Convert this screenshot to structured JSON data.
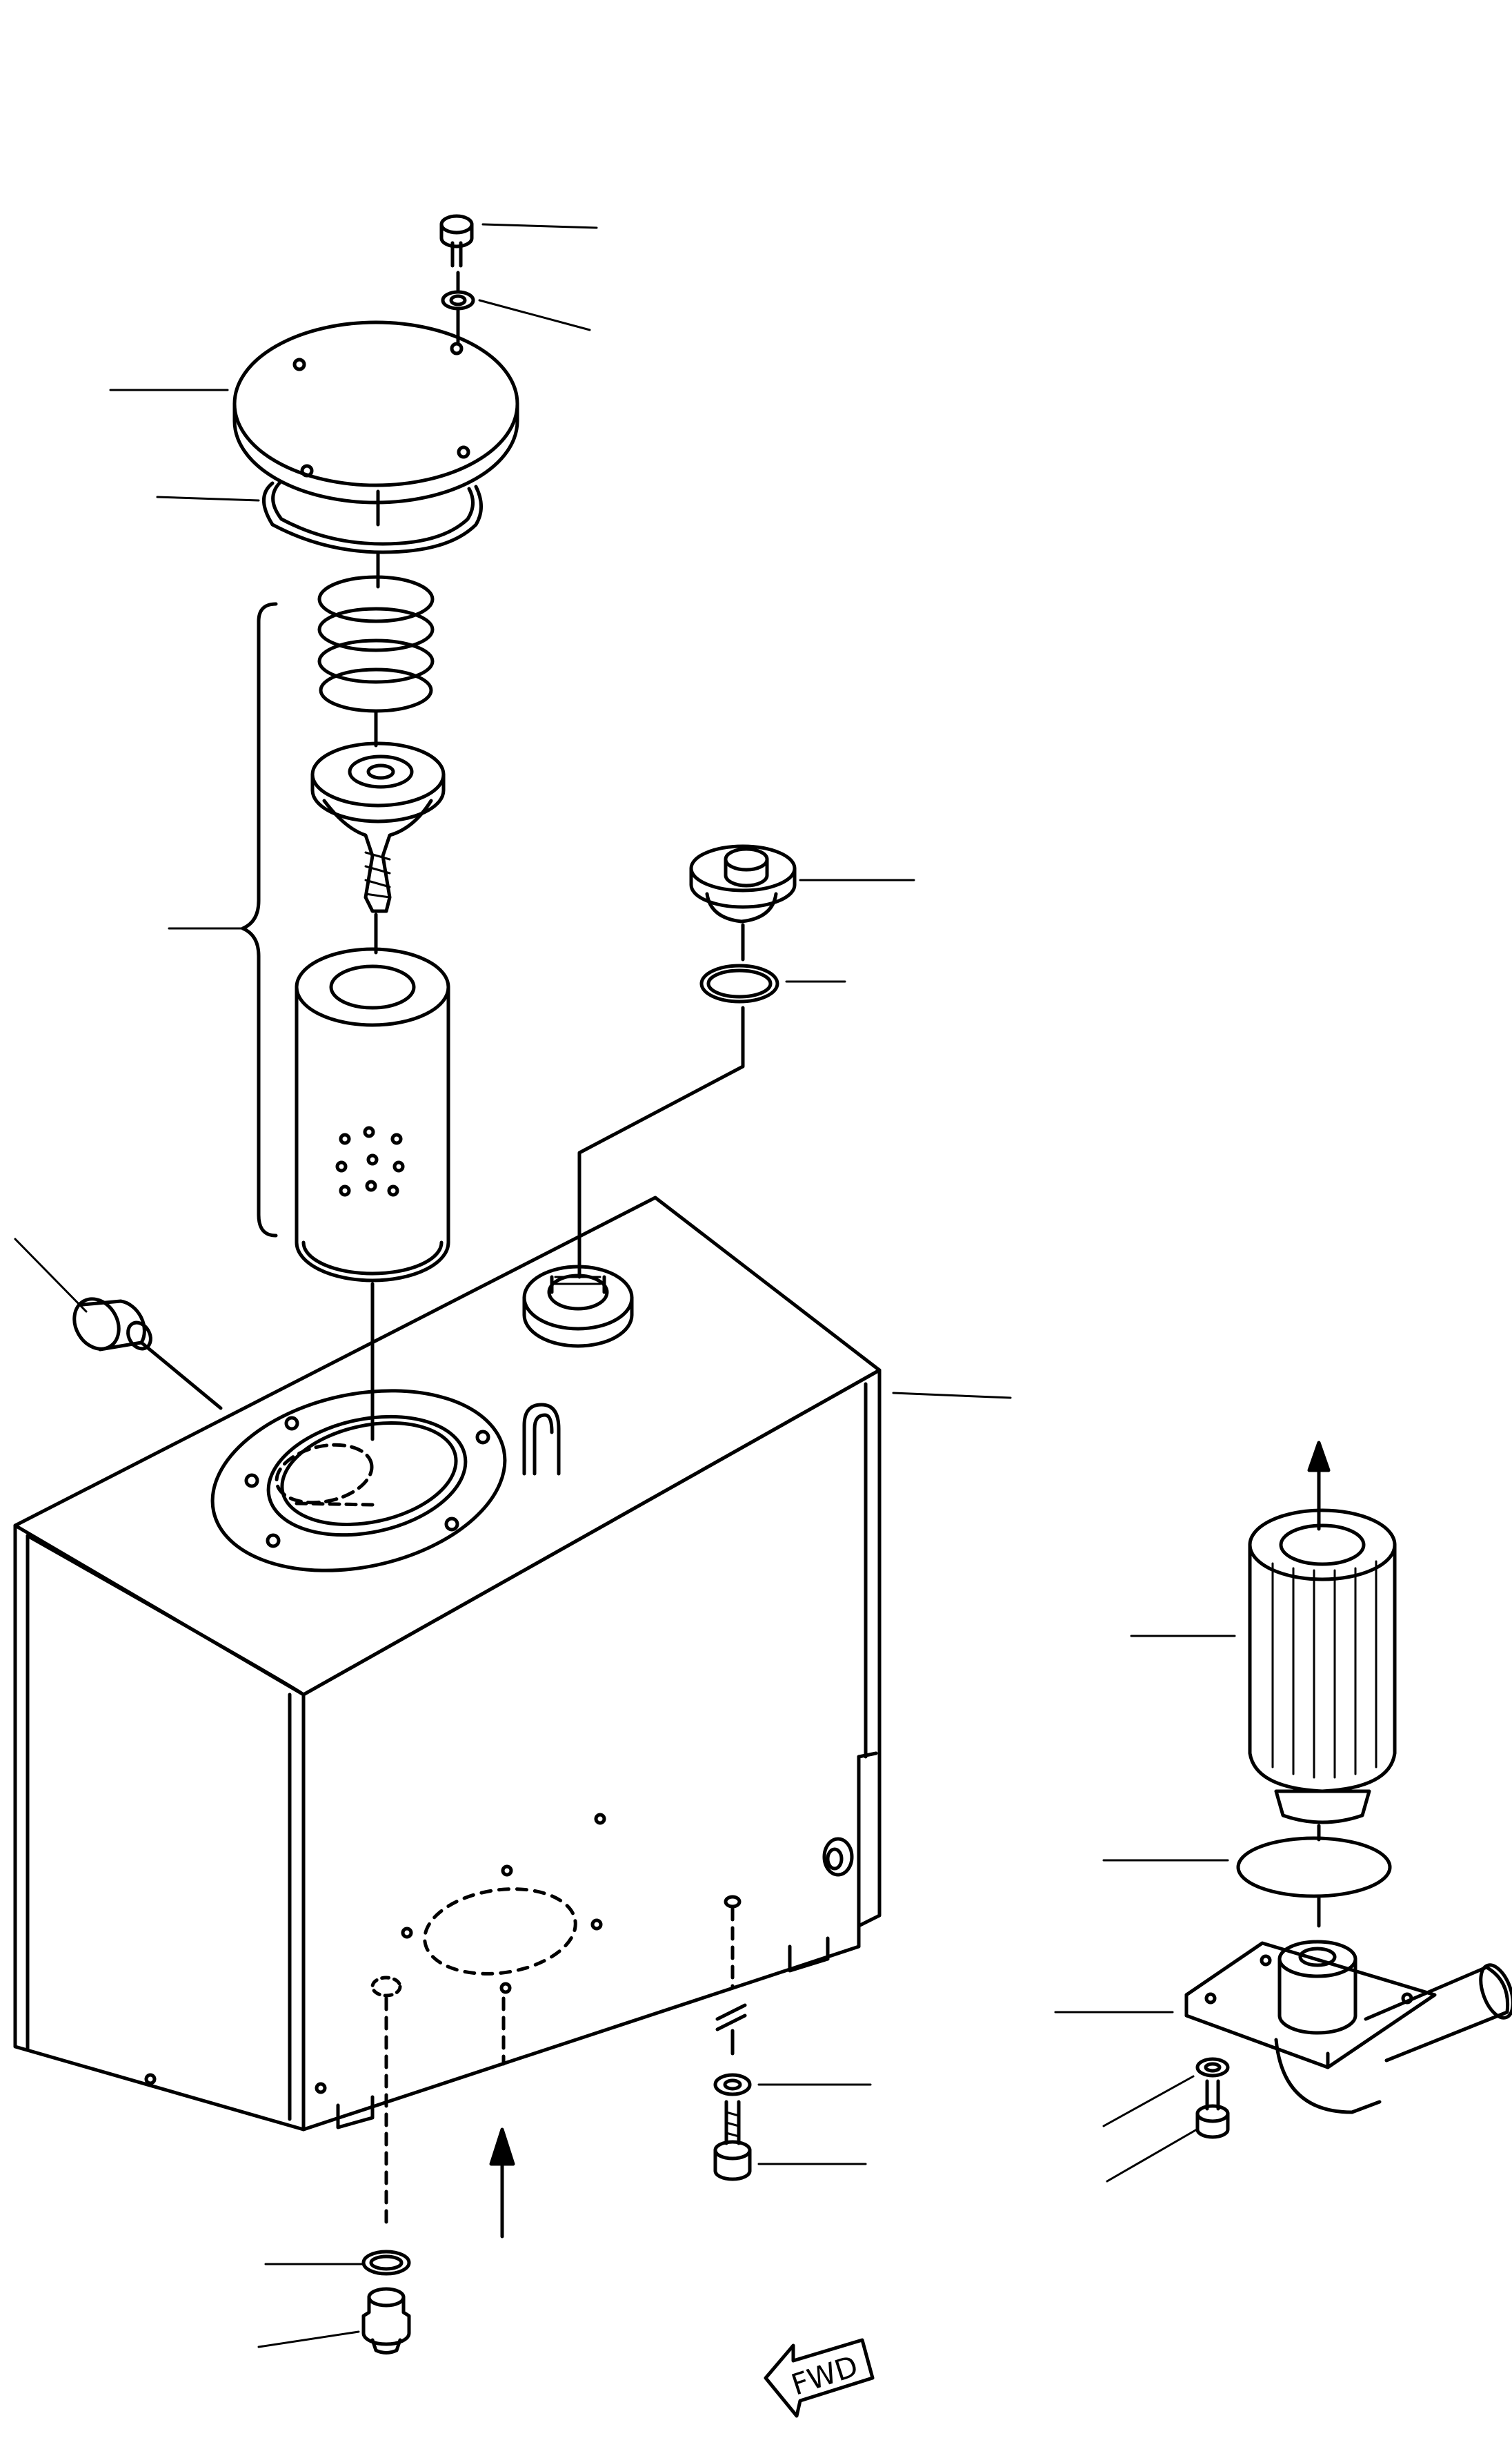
{
  "figure": {
    "direction_label": "FWD"
  },
  "colors": {
    "line": "#000000",
    "background": "#ffffff"
  },
  "parts": [
    {
      "id": "cover-bolt"
    },
    {
      "id": "cover-washer"
    },
    {
      "id": "tank-cover"
    },
    {
      "id": "cover-o-ring"
    },
    {
      "id": "filter-spring"
    },
    {
      "id": "filter-valve"
    },
    {
      "id": "return-filter-element"
    },
    {
      "id": "filter-assembly-bracket"
    },
    {
      "id": "filler-cap"
    },
    {
      "id": "filler-cap-o-ring"
    },
    {
      "id": "sight-gauge-plug"
    },
    {
      "id": "hydraulic-tank"
    },
    {
      "id": "suction-strainer"
    },
    {
      "id": "strainer-o-ring"
    },
    {
      "id": "strainer-flange-pipe"
    },
    {
      "id": "flange-washer"
    },
    {
      "id": "flange-bolt"
    },
    {
      "id": "tank-mount-washer"
    },
    {
      "id": "tank-mount-bolt"
    },
    {
      "id": "drain-o-ring"
    },
    {
      "id": "drain-plug"
    }
  ]
}
